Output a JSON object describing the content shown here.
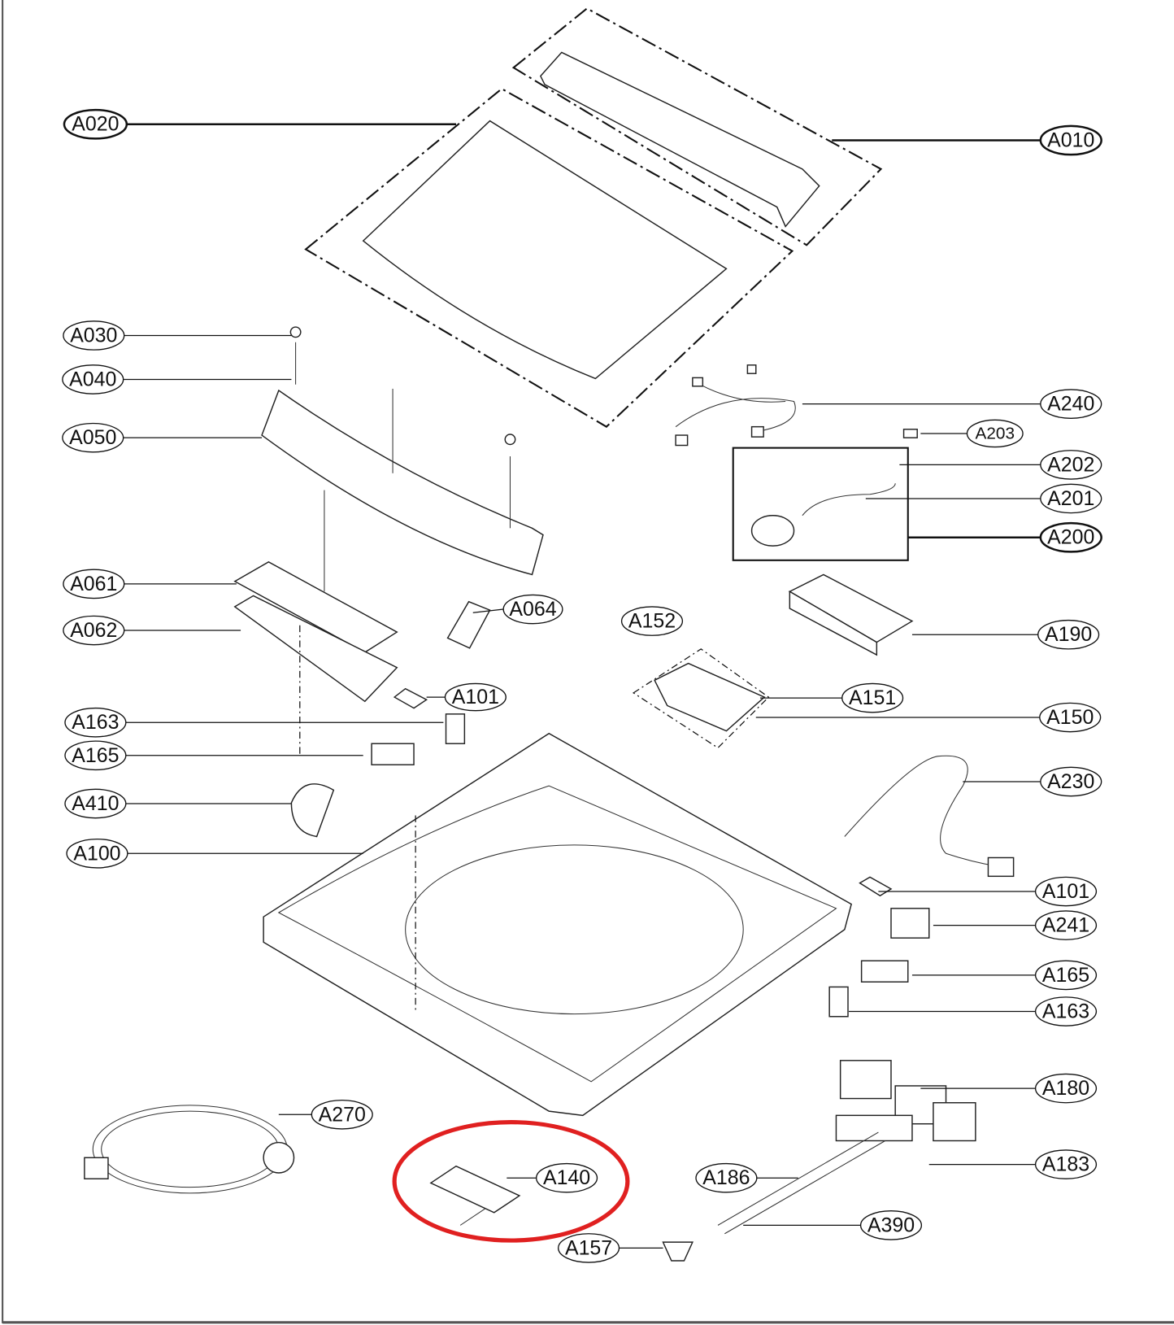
{
  "diagram": {
    "labels": {
      "A010": "A010",
      "A020": "A020",
      "A030": "A030",
      "A040": "A040",
      "A050": "A050",
      "A061": "A061",
      "A062": "A062",
      "A064": "A064",
      "A101_left": "A101",
      "A163_left": "A163",
      "A165_left": "A165",
      "A410": "A410",
      "A100": "A100",
      "A270": "A270",
      "A140": "A140",
      "A157": "A157",
      "A186": "A186",
      "A390": "A390",
      "A152": "A152",
      "A151": "A151",
      "A150": "A150",
      "A240": "A240",
      "A203": "A203",
      "A202": "A202",
      "A201": "A201",
      "A200": "A200",
      "A190": "A190",
      "A230": "A230",
      "A101_right": "A101",
      "A241": "A241",
      "A165_right": "A165",
      "A163_right": "A163",
      "A180": "A180",
      "A183": "A183"
    },
    "highlight": {
      "part": "A140",
      "color": "#e02020"
    }
  }
}
